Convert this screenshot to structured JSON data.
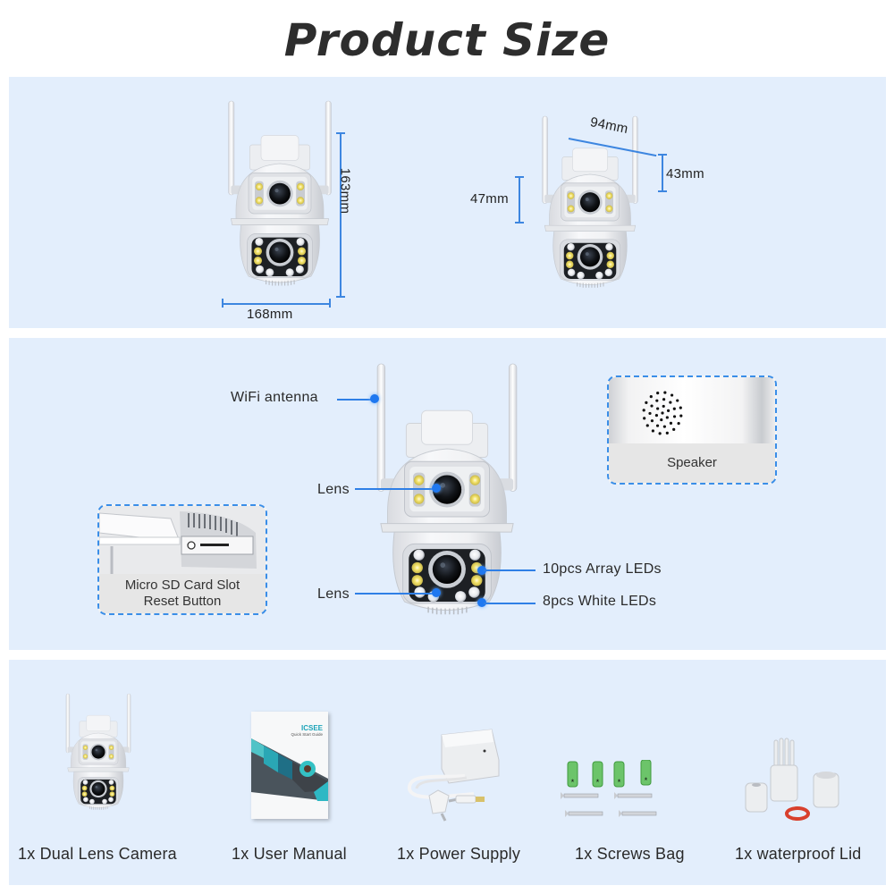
{
  "title": "Product Size",
  "colors": {
    "panel_bg": "#e3eefc",
    "dimension_line": "#3d86e0",
    "callout_dot": "#1f78f0",
    "title_text": "#2d2d2d"
  },
  "dimensions": {
    "front_height": "163mm",
    "front_width": "168mm",
    "side_depth": "94mm",
    "upper_lens_height": "47mm",
    "mount_height": "43mm"
  },
  "features": {
    "wifi_antenna": "WiFi antenna",
    "lens_top": "Lens",
    "lens_bottom": "Lens",
    "array_leds": "10pcs Array LEDs",
    "white_leds": "8pcs White LEDs",
    "speaker": "Speaker",
    "sd_slot_line1": "Micro SD Card Slot",
    "sd_slot_line2": "Reset Button"
  },
  "package": {
    "items": [
      {
        "label": "1x Dual Lens Camera",
        "icon": "camera-icon"
      },
      {
        "label": "1x User Manual",
        "icon": "manual-icon"
      },
      {
        "label": "1x Power Supply",
        "icon": "power-supply-icon"
      },
      {
        "label": "1x Screws Bag",
        "icon": "screws-icon"
      },
      {
        "label": "1x waterproof Lid",
        "icon": "waterproof-lid-icon"
      }
    ],
    "manual_brand": "ICSEE",
    "manual_subtitle": "Quick Start Guide"
  }
}
